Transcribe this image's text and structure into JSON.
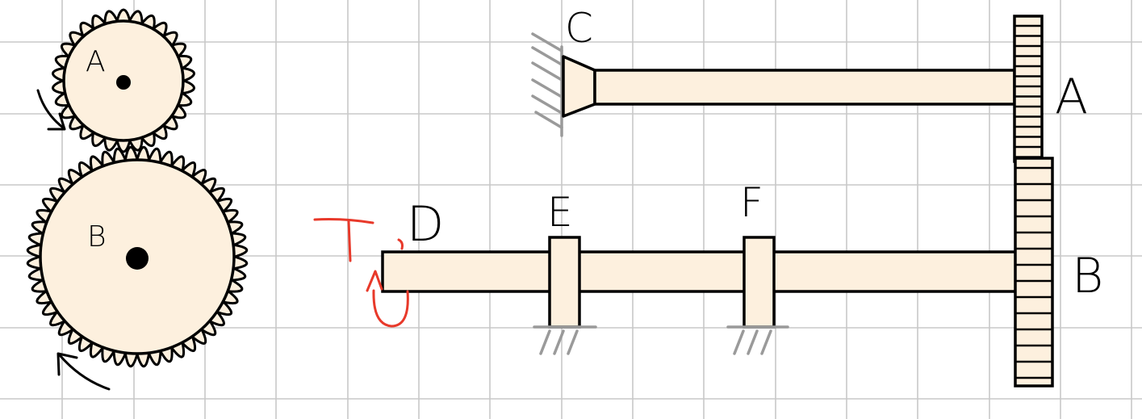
{
  "colors": {
    "fill": "#fdf0de",
    "stroke": "#000000",
    "grid": "#c8c8c8",
    "support": "#9a9a9a",
    "torque": "#e8392a"
  },
  "gear_view": {
    "gear_a_label": "A",
    "gear_b_label": "B"
  },
  "shaft_view": {
    "fixed_end_label": "C",
    "gear_a_label": "A",
    "gear_b_label": "B",
    "end_d_label": "D",
    "bearing_e_label": "E",
    "bearing_f_label": "F",
    "torque_label": "T"
  }
}
